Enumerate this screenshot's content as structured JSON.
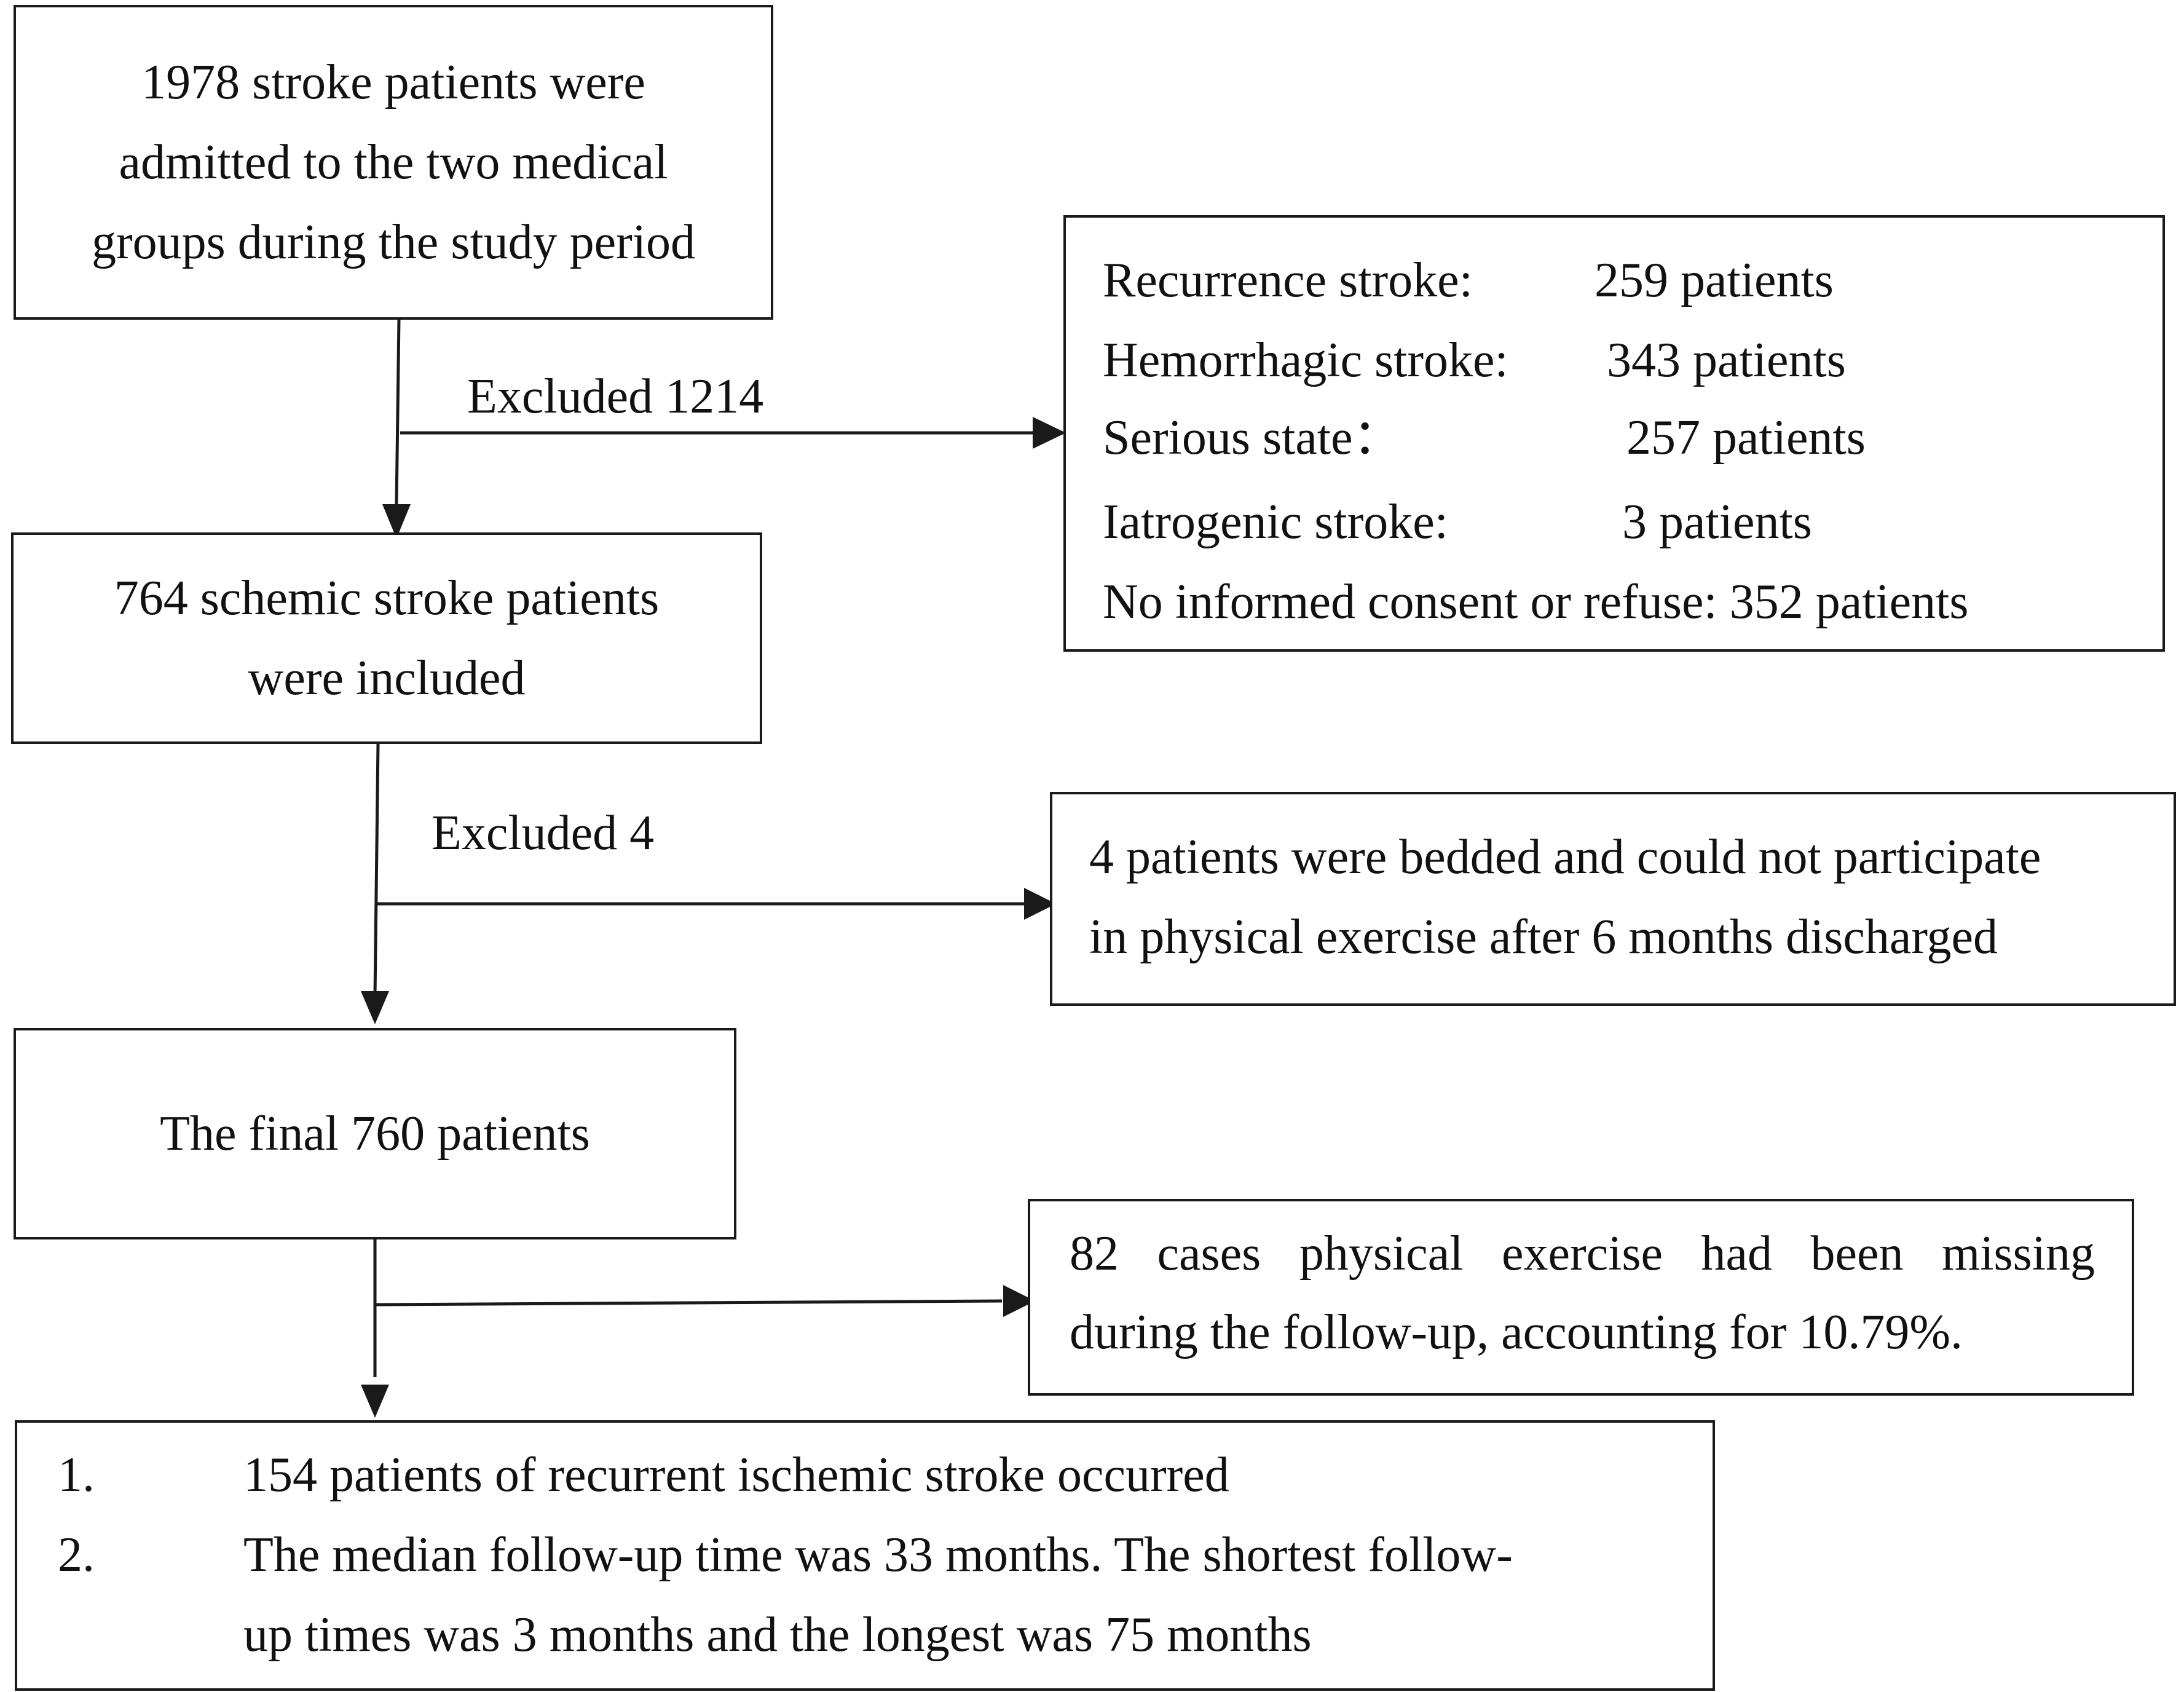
{
  "boxes": {
    "admitted": {
      "lines": [
        "1978 stroke patients were",
        "admitted to the two medical",
        "groups during the study period"
      ]
    },
    "exclusions": {
      "rows": [
        {
          "reason": "Recurrence stroke:",
          "count": "259 patients"
        },
        {
          "reason": "Hemorrhagic stroke:",
          "count": "343 patients"
        },
        {
          "reason": "Serious state：",
          "count": "257 patients"
        },
        {
          "reason": "Iatrogenic stroke:",
          "count": "3 patients"
        },
        {
          "reason": "No informed consent or refuse: 352 patients",
          "count": ""
        }
      ]
    },
    "included": {
      "lines": [
        "764 schemic stroke patients",
        "were included"
      ]
    },
    "bedded": {
      "lines": [
        "4 patients were bedded and could not participate",
        "in physical exercise after 6 months discharged"
      ]
    },
    "final": {
      "lines": [
        "The final 760 patients"
      ]
    },
    "missing": {
      "lines": [
        "82 cases physical exercise had been missing",
        "during the follow-up, accounting for 10.79%."
      ]
    },
    "outcomes": {
      "items": [
        {
          "num": "1.",
          "lines": [
            "154 patients of recurrent ischemic stroke occurred"
          ]
        },
        {
          "num": "2.",
          "lines": [
            "The median follow-up time was 33 months. The shortest follow-",
            "up times was 3 months and the longest was 75 months"
          ]
        }
      ]
    }
  },
  "labels": {
    "excluded_first": "Excluded 1214",
    "excluded_second": "Excluded 4"
  }
}
